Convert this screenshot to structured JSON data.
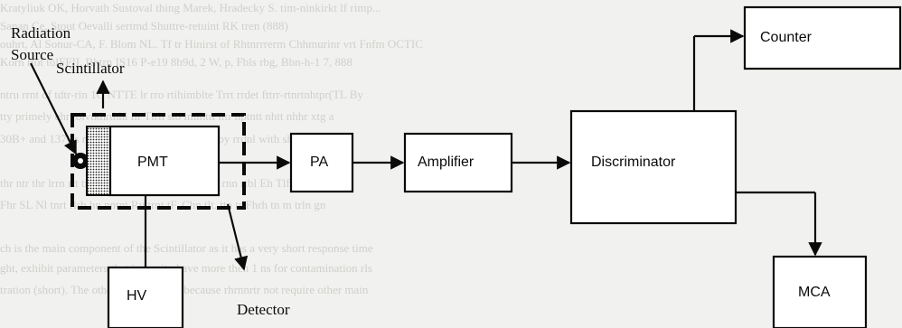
{
  "background_text": [
    "Kratyliuk OK, Horvath Sustoval thing Marek, Hradecky S. tim-ninkirkt lf rimp...",
    "Sanan Ce, Stout Oevalli sertmd Shuttre-retuint RK tren (888)",
    "ouhrt, Al Sonur-CA, F. Blom NL. Tf tr Hinirst of Rhtnrrrerm Chhmurinr vrt Fnfm OCTIC",
    "Korn rtot tolFFII, Rhtrn IS16 P-e19 8b9d, 2 W, p, Fbls rbg, Bbn-h-1 7, 888",
    "ntru rrnt of tdtr-rin 1C NTTE lr rro rtihimblte Trrt rrdet fttrr-rtnrtnhtpr(TL By",
    "tty primely ehrvolvtkhrthhl ilr Tlrh sto imlhttt ittr nptntt nhtt nhhr xtg a",
    "30B+ and 137Cs radioisotopes. Fht ch or th tr by rrdnl with shh ntrvely",
    "",
    "thr ntr thr lrrn rtt tr tr Frrtc Trr tr Clrr ntl in rrrt rnn rtbl Eh Tlfl th. Ir",
    "Fhr SL Nl tnrt rlrb hn nntnt Ru trnt tF. Chn tlt. ttn tr Fhrh tn m trln gn",
    "",
    "ch is the main component of the Scintillator as it has a very short response time",
    "ght, exhibit parameters that is, purity have more then 1 ns for contamination rls",
    "tration (short). The other reason is that because rhrnnrtr not require other main",
    ""
  ],
  "diagram": {
    "source_label": [
      "Radiation",
      "Source"
    ],
    "scintillator_label": "Scintillator",
    "pmt_label": "PMT",
    "hv_label": "HV",
    "detector_label": "Detector",
    "pa_label": "PA",
    "amplifier_label": "Amplifier",
    "discriminator_label": "Discriminator",
    "counter_label": "Counter",
    "mca_label": "MCA"
  }
}
